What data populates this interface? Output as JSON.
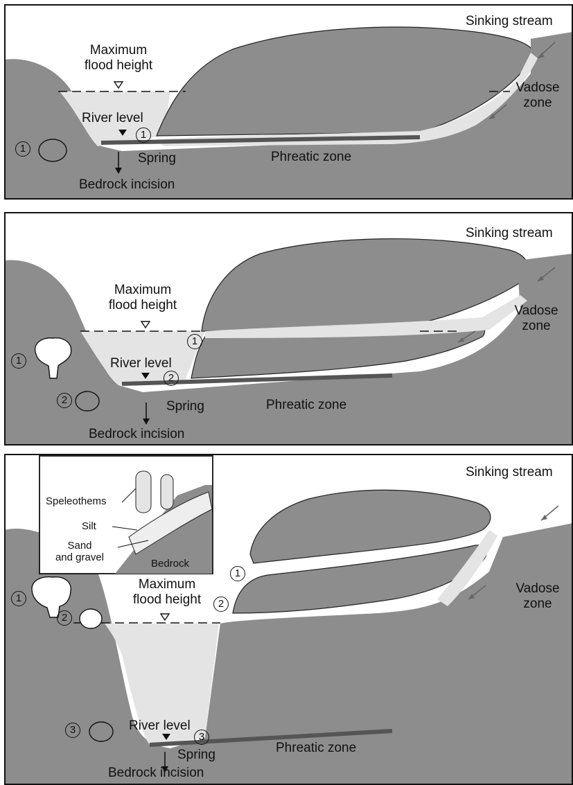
{
  "panels": [
    {
      "sinking_stream": "Sinking stream",
      "max_flood_line1": "Maximum",
      "max_flood_line2": "flood height",
      "vadose_line1": "Vadose",
      "vadose_line2": "zone",
      "river_level": "River level",
      "spring": "Spring",
      "phreatic": "Phreatic zone",
      "bedrock_incision": "Bedrock incision",
      "markers": [
        "1",
        "1"
      ]
    },
    {
      "sinking_stream": "Sinking stream",
      "max_flood_line1": "Maximum",
      "max_flood_line2": "flood height",
      "vadose_line1": "Vadose",
      "vadose_line2": "zone",
      "river_level": "River level",
      "spring": "Spring",
      "phreatic": "Phreatic zone",
      "bedrock_incision": "Bedrock incision",
      "markers": [
        "1",
        "2",
        "1",
        "2"
      ]
    },
    {
      "sinking_stream": "Sinking stream",
      "max_flood_line1": "Maximum",
      "max_flood_line2": "flood height",
      "vadose_line1": "Vadose",
      "vadose_line2": "zone",
      "river_level": "River level",
      "spring": "Spring",
      "phreatic": "Phreatic zone",
      "bedrock_incision": "Bedrock incision",
      "markers": [
        "1",
        "2",
        "3",
        "1",
        "2",
        "3"
      ],
      "inset": {
        "speleothems": "Speleothems",
        "silt": "Silt",
        "sand_line1": "Sand",
        "sand_line2": "and gravel",
        "bedrock": "Bedrock"
      }
    }
  ],
  "colors": {
    "rock": "#8d8d8d",
    "water": "#e4e4e4",
    "sediment": "#c8c8c8",
    "ink": "#111111"
  }
}
